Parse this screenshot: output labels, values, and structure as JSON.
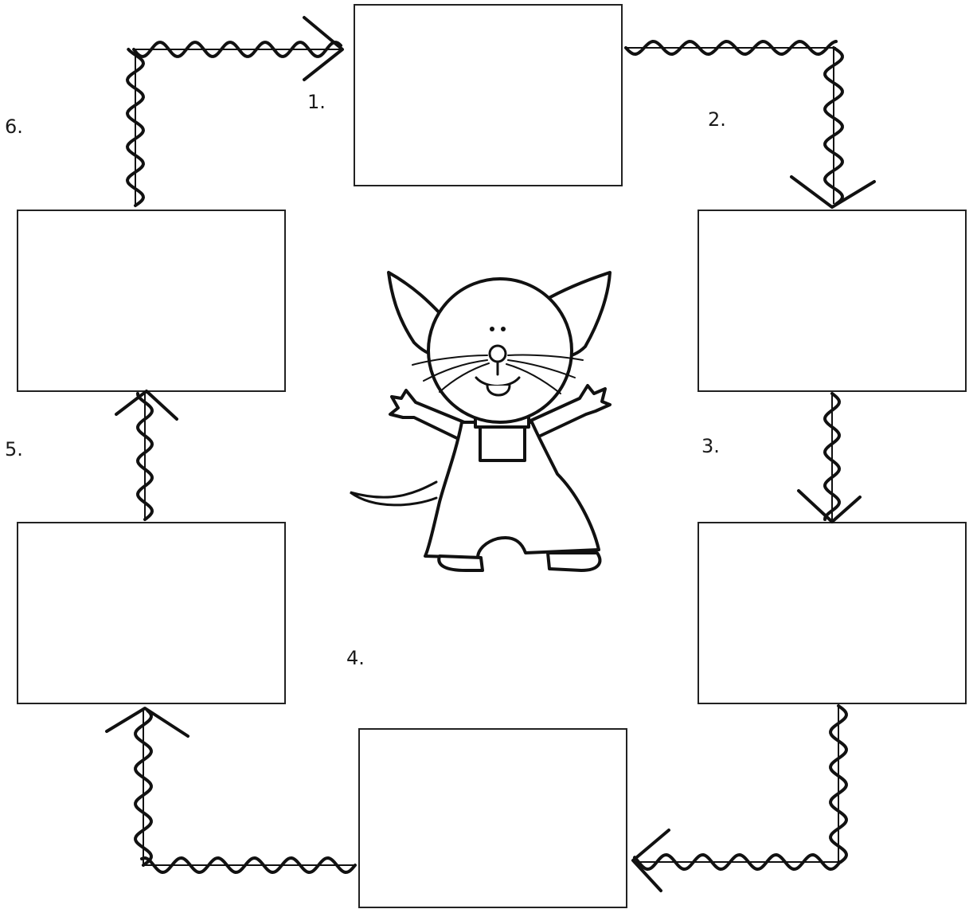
{
  "steps": [
    {
      "number": "1.",
      "content": ""
    },
    {
      "number": "2.",
      "content": ""
    },
    {
      "number": "3.",
      "content": ""
    },
    {
      "number": "4.",
      "content": ""
    },
    {
      "number": "5.",
      "content": ""
    },
    {
      "number": "6.",
      "content": ""
    }
  ],
  "colors": {
    "line": "#111111",
    "box_border": "#222222",
    "background": "#ffffff"
  },
  "illustration": "mouse-character"
}
